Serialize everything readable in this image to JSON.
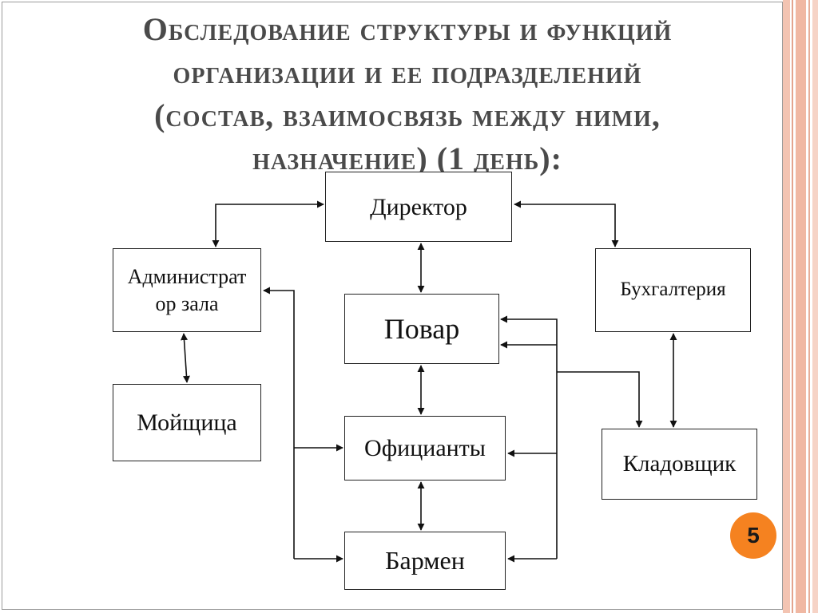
{
  "title_lines": [
    "Обследование структуры и функций",
    "организации и ее подразделений",
    "(состав, взаимосвязь между ними,",
    "назначение) (1 день):"
  ],
  "nodes": {
    "director": "Директор",
    "administrator": "Администрат\nор зала",
    "accounting": "Бухгалтерия",
    "cook": "Повар",
    "dishwasher": "Мойщица",
    "waiters": "Официанты",
    "storekeeper": "Кладовщик",
    "bartender": "Бармен"
  },
  "page_number": "5",
  "colors": {
    "badge": "#f58220",
    "title_text": "#4a4a4a",
    "stripe_accent": "#f0b8a3"
  }
}
